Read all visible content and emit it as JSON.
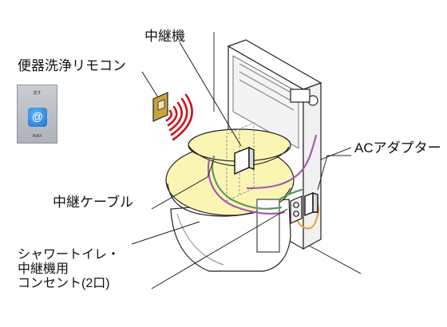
{
  "labels": {
    "relay_unit": "中継機",
    "remote": "便器洗浄リモコン",
    "ac_adapter": "ACアダプター",
    "relay_cable": "中継ケーブル",
    "outlet_line1": "シャワートイレ・",
    "outlet_line2": "中継機用",
    "outlet_line3": "コンセント(2口)"
  },
  "remote_panel": {
    "top_text": "流す",
    "brand": "INAX",
    "button_icon": "swirl-flush-icon"
  },
  "colors": {
    "seat_fill": "#fbf5b4",
    "signal_red": "#d0121b",
    "cable_green": "#5a9c64",
    "cable_purple": "#a85ab0",
    "cable_orange": "#e8a23a",
    "line": "#222222"
  }
}
